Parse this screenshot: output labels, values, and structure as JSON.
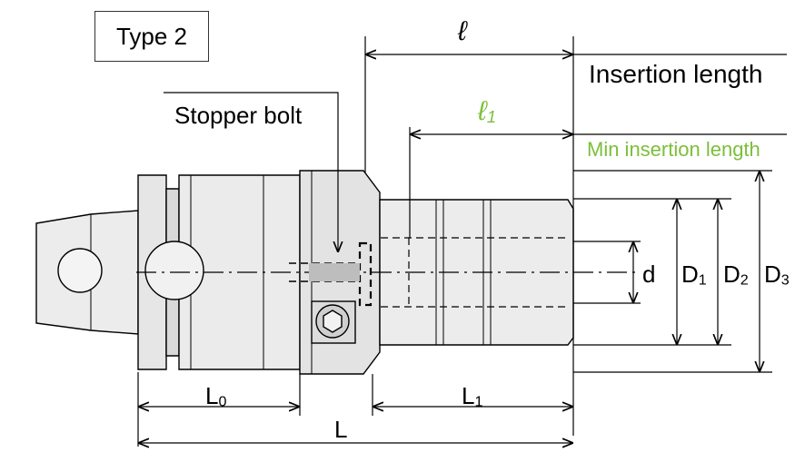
{
  "title": "Type 2",
  "labels": {
    "ell": "ℓ",
    "insertion_length": "Insertion length",
    "stopper_bolt": "Stopper bolt",
    "ell1_main": "ℓ",
    "ell1_sub": "1",
    "min_insertion_length": "Min insertion length",
    "d": "d",
    "D1_main": "D",
    "D1_sub": "1",
    "D2_main": "D",
    "D2_sub": "2",
    "D3_main": "D",
    "D3_sub": "3",
    "L0_main": "L",
    "L0_sub": "0",
    "L1_main": "L",
    "L1_sub": "1",
    "L": "L"
  },
  "colors": {
    "line": "#000000",
    "body_fill": "#e9e9e9",
    "shade": "#d6d6d6",
    "accent_green": "#7bbf3a"
  }
}
